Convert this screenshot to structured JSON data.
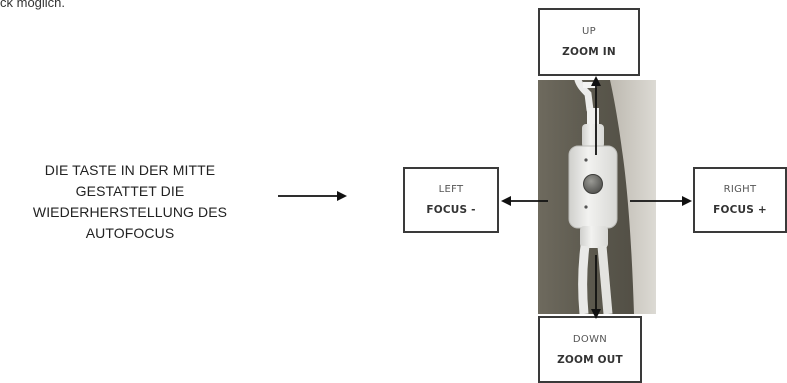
{
  "top_text": "ck möglich.",
  "instruction": {
    "lines": [
      "DIE TASTE IN DER MITTE",
      "GESTATTET DIE",
      "WIEDERHERSTELLUNG DES",
      "AUTOFOCUS"
    ]
  },
  "labels": {
    "up": {
      "direction": "UP",
      "action": "ZOOM IN"
    },
    "left": {
      "direction": "LEFT",
      "action": "FOCUS -"
    },
    "right": {
      "direction": "RIGHT",
      "action": "FOCUS +"
    },
    "down": {
      "direction": "DOWN",
      "action": "ZOOM OUT"
    }
  },
  "colors": {
    "arrow": "#111111",
    "box_border": "#3a3a3a",
    "photo_background": "#5e5a4e",
    "controller_body": "#ececec",
    "center_button": "#6a6a66"
  },
  "icons": {
    "pointer": "right-arrow-icon",
    "controller": "joystick-controller-photo"
  }
}
